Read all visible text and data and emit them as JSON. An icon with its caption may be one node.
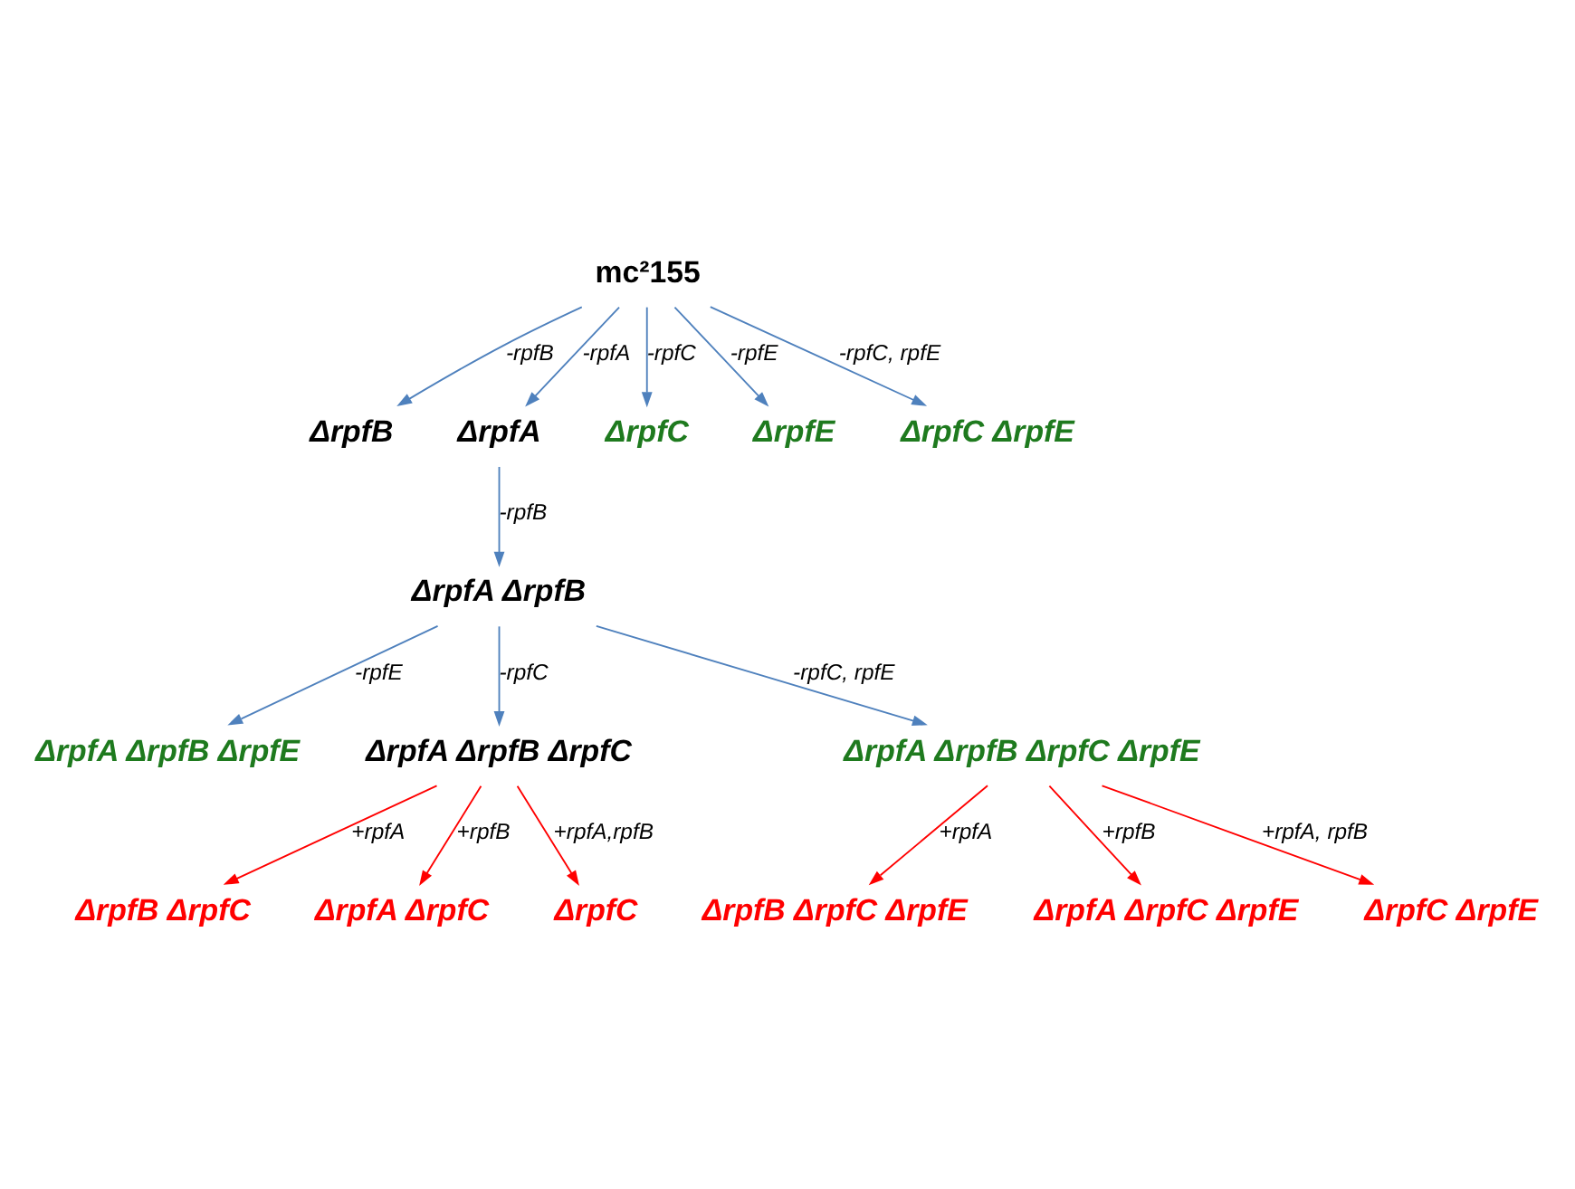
{
  "diagram": {
    "nodes": [
      {
        "text": [
          "mc²155"
        ]
      },
      {
        "text": [
          "ΔrpfB"
        ]
      },
      {
        "text": [
          "ΔrpfA"
        ]
      },
      {
        "text": [
          "ΔrpfC"
        ]
      },
      {
        "text": [
          "ΔrpfE"
        ]
      },
      {
        "text": [
          "ΔrpfC ΔrpfE"
        ]
      },
      {
        "text": [
          "ΔrpfA ΔrpfB"
        ]
      },
      {
        "text": [
          "ΔrpfA ΔrpfB ΔrpfE"
        ]
      },
      {
        "text": [
          "ΔrpfA ΔrpfB ΔrpfC"
        ]
      },
      {
        "text": [
          "ΔrpfA ΔrpfB ΔrpfC ΔrpfE"
        ]
      },
      {
        "text": [
          "ΔrpfB ΔrpfC"
        ]
      },
      {
        "text": [
          "ΔrpfA ΔrpfC"
        ]
      },
      {
        "text": [
          "ΔrpfC"
        ]
      },
      {
        "text": [
          "ΔrpfB ΔrpfC ΔrpfE"
        ]
      },
      {
        "text": [
          "ΔrpfA ΔrpfC ΔrpfE"
        ]
      },
      {
        "text": [
          "ΔrpfC ΔrpfE"
        ]
      }
    ],
    "edges": [
      {
        "from": 0,
        "to": 1,
        "arrow": "to",
        "label": "-rpfB"
      },
      {
        "from": 0,
        "to": 2,
        "arrow": "to",
        "label": "-rpfA"
      },
      {
        "from": 0,
        "to": 3,
        "arrow": "to",
        "label": "-rpfC"
      },
      {
        "from": 0,
        "to": 4,
        "arrow": "to",
        "label": "-rpfE"
      },
      {
        "from": 0,
        "to": 5,
        "arrow": "to",
        "label": "-rpfC, rpfE"
      },
      {
        "from": 2,
        "to": 6,
        "arrow": "to",
        "label": "-rpfB"
      },
      {
        "from": 6,
        "to": 8,
        "arrow": "to",
        "label": "-rpfC"
      },
      {
        "from": 6,
        "to": 7,
        "arrow": "to",
        "label": "-rpfE"
      },
      {
        "from": 6,
        "to": 9,
        "arrow": "to",
        "label": "-rpfC, rpfE"
      },
      {
        "from": 8,
        "to": 10,
        "arrow": "to",
        "label": "+rpfA",
        "color": "#ff0000"
      },
      {
        "from": 8,
        "to": 11,
        "arrow": "to",
        "label": "+rpfB",
        "color": "#ff0000"
      },
      {
        "from": 8,
        "to": 12,
        "arrow": "to",
        "label": "+rpfA,rpfB",
        "color": "#ff0000"
      },
      {
        "from": 9,
        "to": 13,
        "arrow": "to",
        "label": "+rpfA",
        "color": "#ff0000"
      },
      {
        "from": 9,
        "to": 14,
        "arrow": "to",
        "label": "+rpfB",
        "color": "#ff0000"
      },
      {
        "from": 9,
        "to": 15,
        "arrow": "to",
        "label": "+rpfA, rpfB",
        "color": "#ff0000"
      }
    ]
  }
}
